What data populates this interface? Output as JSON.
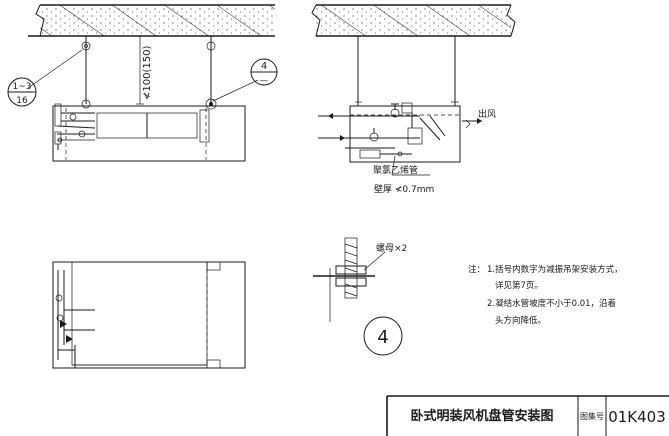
{
  "callouts": {
    "left_detail": {
      "top": "1~3",
      "bottom": "16"
    },
    "right_detail": {
      "top": "4",
      "bottom": "—"
    },
    "detail_4": "4"
  },
  "dimension": "≮100(150)",
  "side_view": {
    "airflow_out": "出风",
    "hose_label": "聚氯乙烯管",
    "wall_label": "壁厚 ≮0.7mm"
  },
  "hanger_detail": {
    "nut_label": "螺母×2"
  },
  "notes": {
    "prefix": "注：",
    "item1_line1": "1.括号内数字为减振吊架安装方式，",
    "item1_line2": "详见第7页。",
    "item2_line1": "2.凝结水管坡度不小于0.01，沿着",
    "item2_line2": "头方向降低。"
  },
  "title_block": {
    "title": "卧式明装风机盘管安装图",
    "atlas_label": "图集号",
    "atlas_no": "01K403"
  }
}
